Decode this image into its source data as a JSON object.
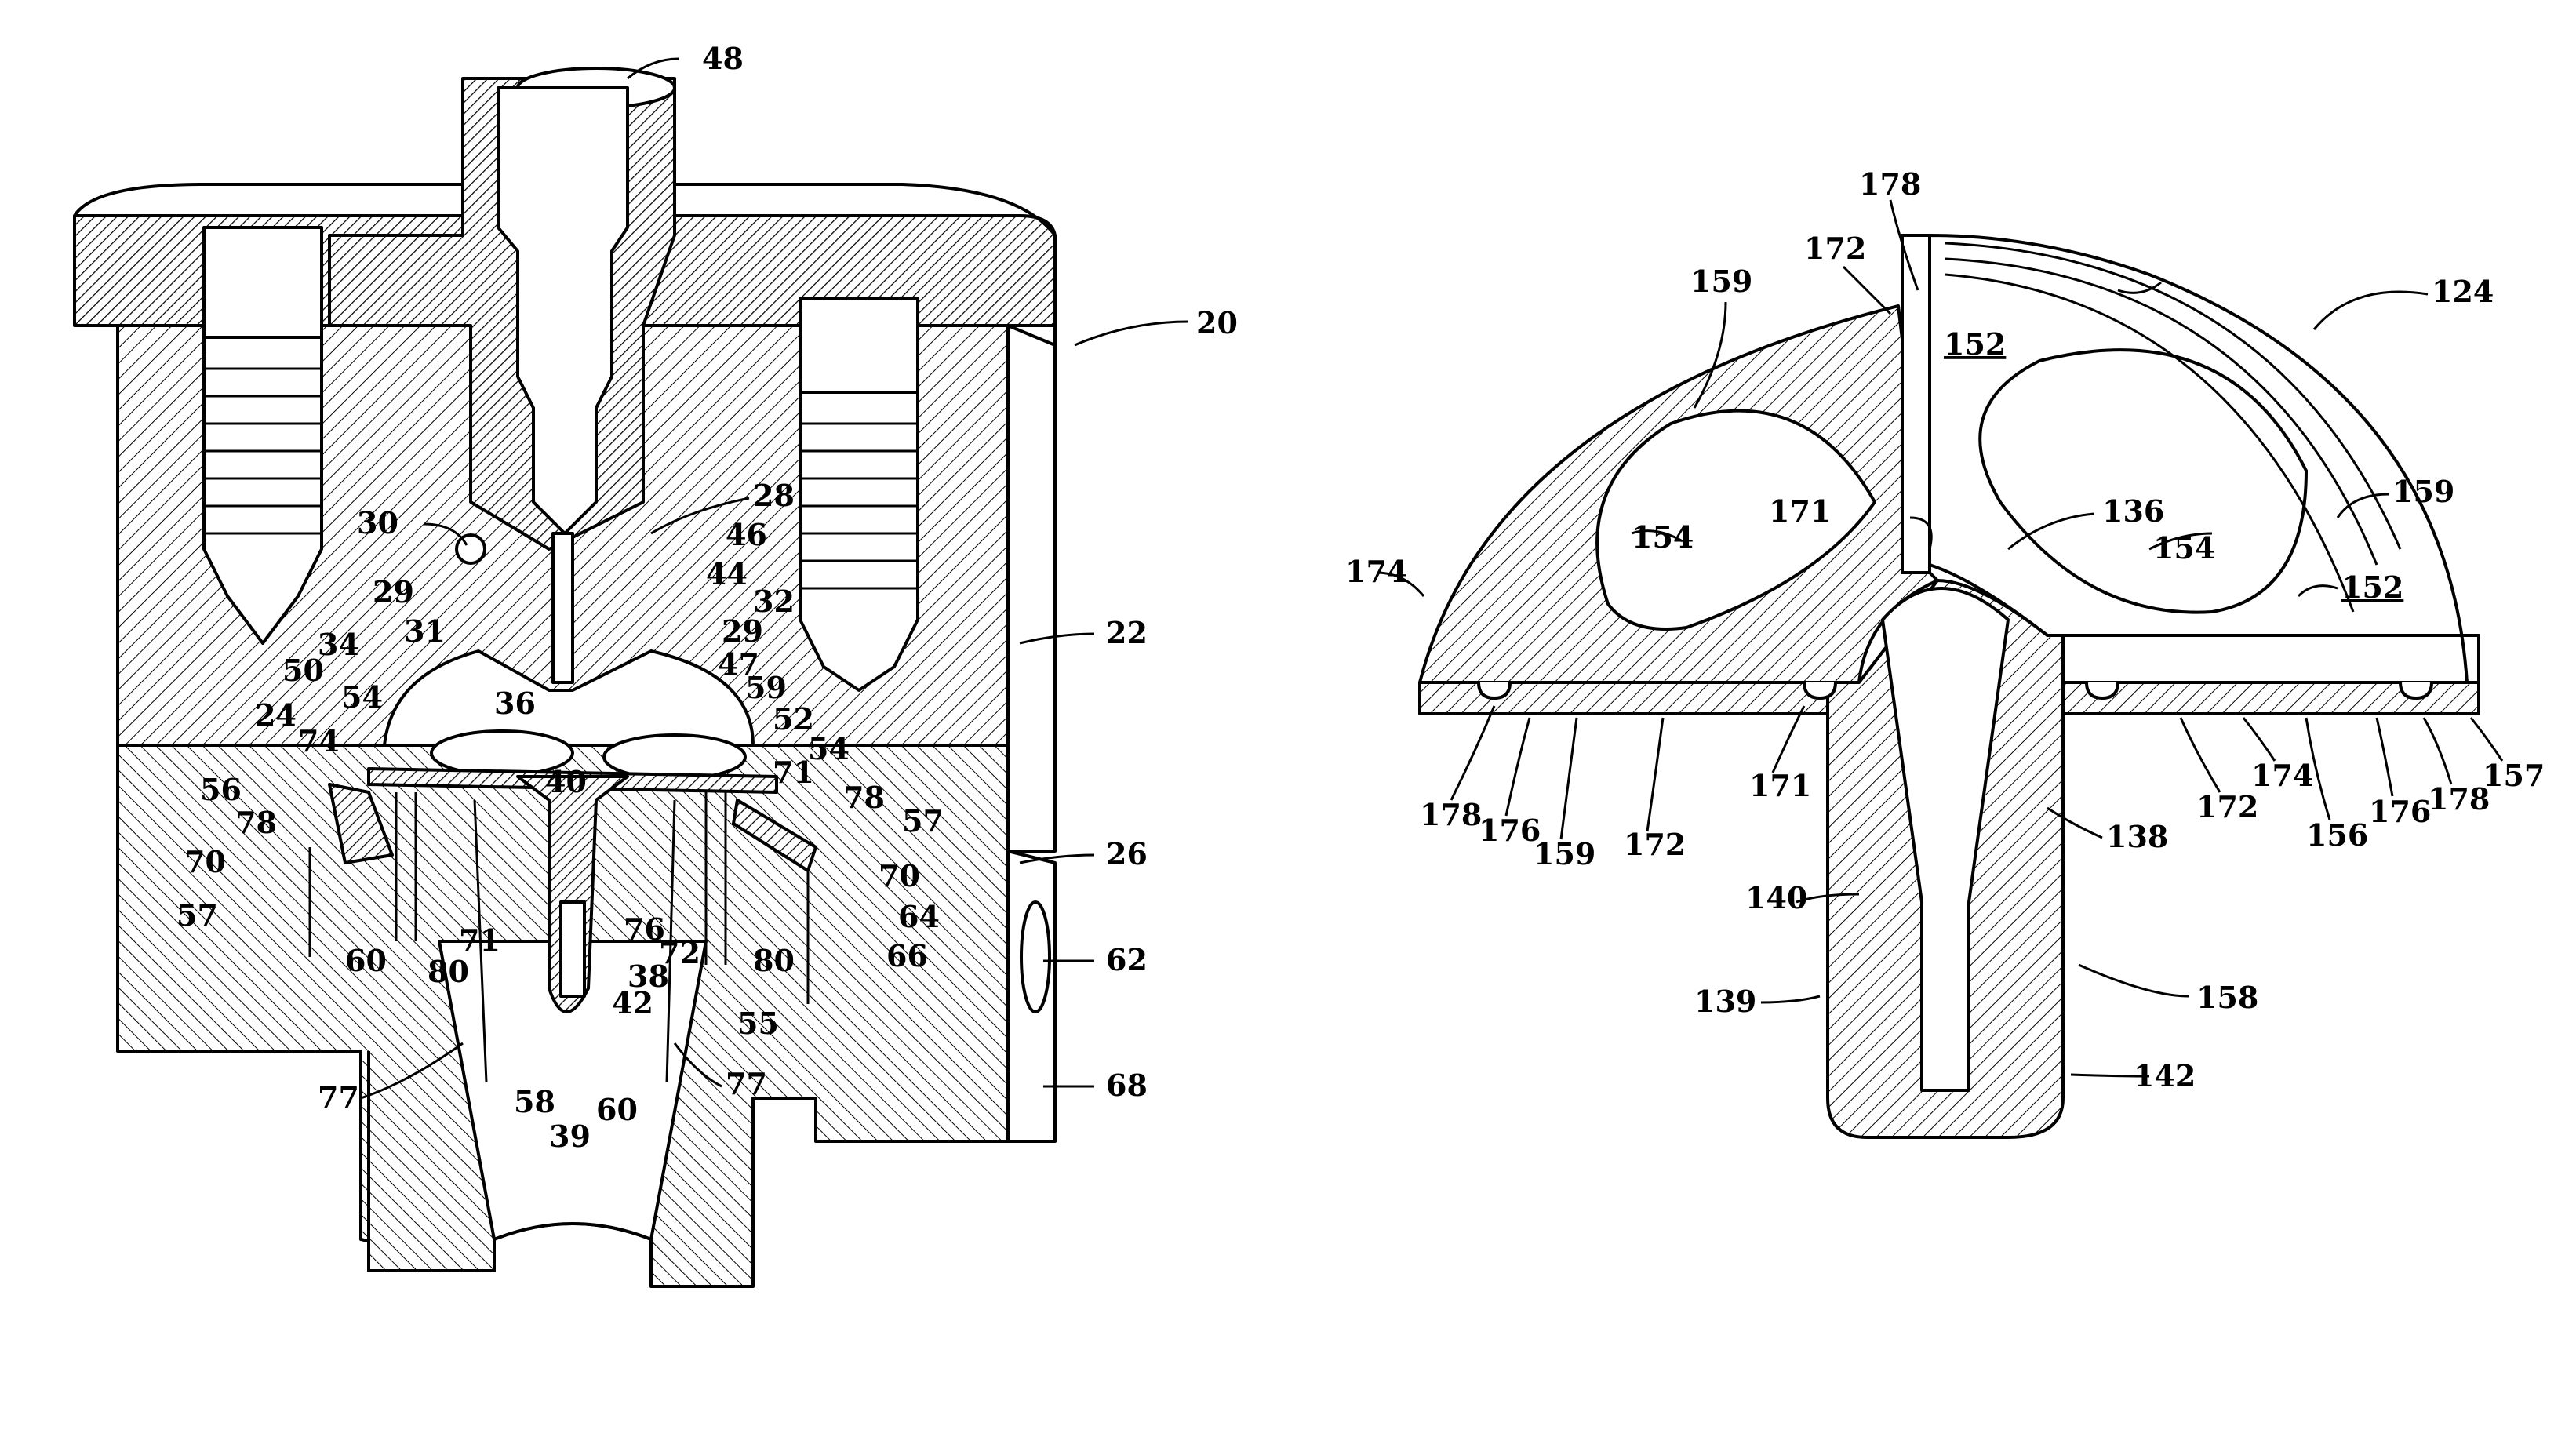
{
  "figure_left": {
    "reference_numerals": [
      "48",
      "20",
      "22",
      "26",
      "62",
      "68",
      "28",
      "46",
      "44",
      "32",
      "29",
      "29",
      "30",
      "31",
      "34",
      "50",
      "54",
      "24",
      "74",
      "56",
      "78",
      "70",
      "57",
      "36",
      "47",
      "59",
      "52",
      "54",
      "71",
      "40",
      "78",
      "57",
      "70",
      "64",
      "66",
      "80",
      "60",
      "71",
      "80",
      "76",
      "72",
      "38",
      "42",
      "55",
      "77",
      "77",
      "58",
      "39",
      "60"
    ]
  },
  "figure_right": {
    "reference_numerals": [
      "178",
      "172",
      "152",
      "124",
      "159",
      "171",
      "136",
      "159",
      "154",
      "154",
      "174",
      "152",
      "178",
      "176",
      "159",
      "172",
      "171",
      "140",
      "139",
      "172",
      "174",
      "156",
      "176",
      "178",
      "157",
      "138",
      "158",
      "142"
    ]
  },
  "colors": {
    "ink": "#000000",
    "paper": "#ffffff"
  }
}
